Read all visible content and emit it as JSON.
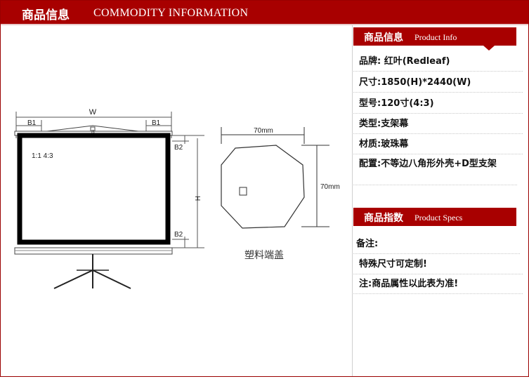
{
  "header": {
    "title_cn": "商品信息",
    "title_en": "COMMODITY INFORMATION"
  },
  "diagram": {
    "w_label": "W",
    "b1_left": "B1",
    "b1_right": "B1",
    "b_center": "B",
    "b2_top": "B2",
    "b2_bottom": "B2",
    "h_label": "H",
    "ratio_label": "1:1   4:3",
    "cap_width_label": "70mm",
    "cap_height_label": "70mm",
    "cap_caption": "塑料端盖"
  },
  "product_info": {
    "heading_cn": "商品信息",
    "heading_en": "Product Info",
    "rows": [
      {
        "label": "品牌:",
        "value": "  红叶(Redleaf)"
      },
      {
        "label": "尺寸:",
        "value": "1850(H)*2440(W)"
      },
      {
        "label": "型号:",
        "value": "120寸(4:3)"
      },
      {
        "label": "类型:",
        "value": "支架幕"
      },
      {
        "label": "材质:",
        "value": "玻珠幕"
      },
      {
        "label": " 配置:",
        "value": "不等边八角形外壳+D型支架"
      }
    ]
  },
  "product_specs": {
    "heading_cn": "商品指数",
    "heading_en": "Product Specs",
    "rows": [
      {
        "text": "备注:"
      },
      {
        "text": "特殊尺寸可定制!"
      },
      {
        "text": "注:商品属性以此表为准!"
      }
    ]
  },
  "colors": {
    "brand_red": "#a80000"
  }
}
